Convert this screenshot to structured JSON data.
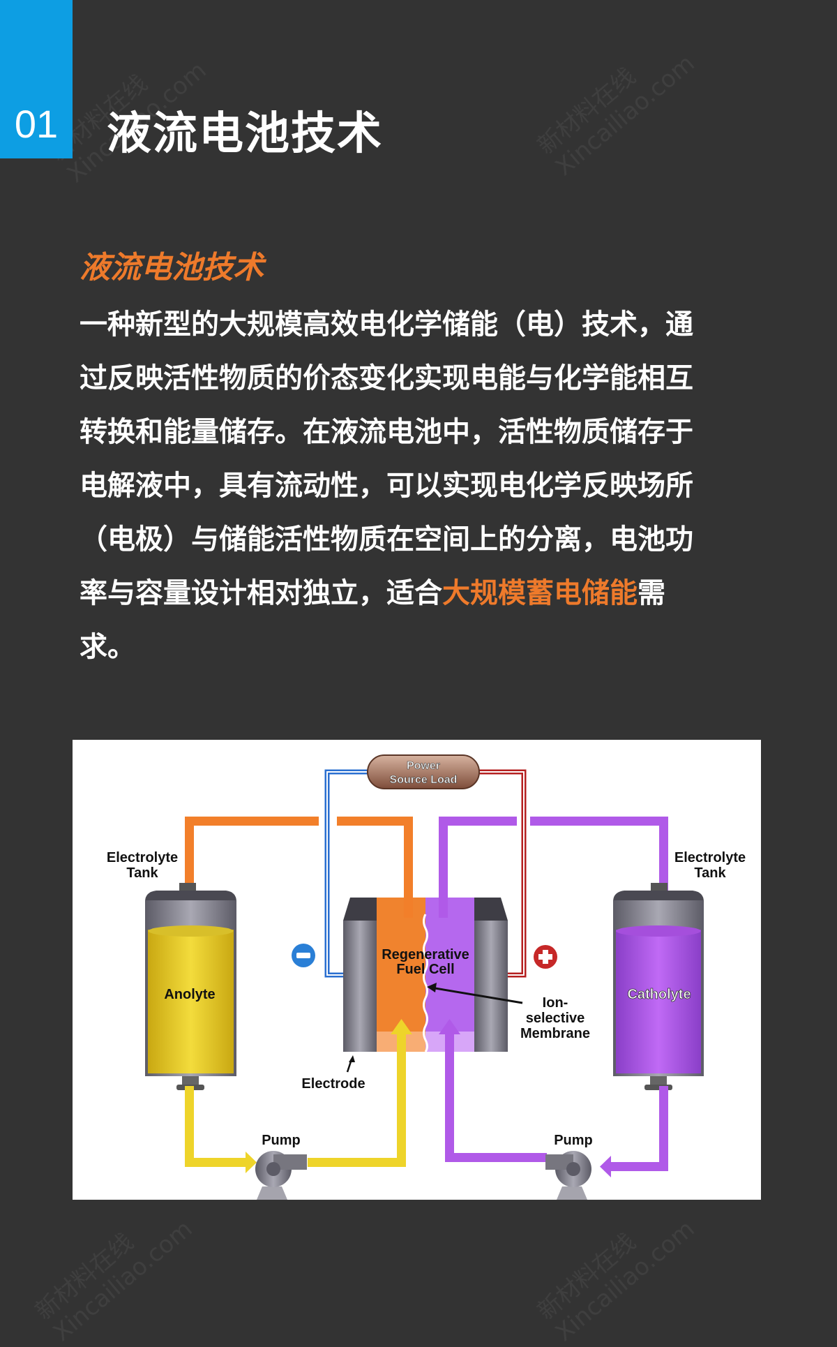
{
  "header": {
    "number": "01",
    "title": "液流电池技术"
  },
  "section": {
    "subtitle": "液流电池技术",
    "lines": [
      "一种新型的大规模高效电化学储能（电）技术，通",
      "过反映活性物质的价态变化实现电能与化学能相互",
      "转换和能量储存。在液流电池中，活性物质储存于",
      "电解液中，具有流动性，可以实现电化学反映场所",
      "（电极）与储能活性物质在空间上的分离，电池功"
    ],
    "line6_pre": "率与容量设计相对独立，适合",
    "line6_highlight": "大规模蓄电储能",
    "line6_post": "需",
    "line7": "求。"
  },
  "diagram": {
    "power_line1": "Power",
    "power_line2": "Source Load",
    "left_tank_line1": "Electrolyte",
    "left_tank_line2": "Tank",
    "right_tank_line1": "Electrolyte",
    "right_tank_line2": "Tank",
    "anolyte": "Anolyte",
    "catholyte": "Catholyte",
    "cell_line1": "Regenerative",
    "cell_line2": "Fuel Cell",
    "membrane_line1": "Ion-",
    "membrane_line2": "selective",
    "membrane_line3": "Membrane",
    "electrode": "Electrode",
    "pump_left": "Pump",
    "pump_right": "Pump"
  },
  "watermark": {
    "cn": "新材料在线",
    "en": "Xincailiao.com"
  },
  "colors": {
    "accent_blue": "#0d9ee3",
    "accent_orange": "#ee7a2b",
    "background": "#333333"
  }
}
